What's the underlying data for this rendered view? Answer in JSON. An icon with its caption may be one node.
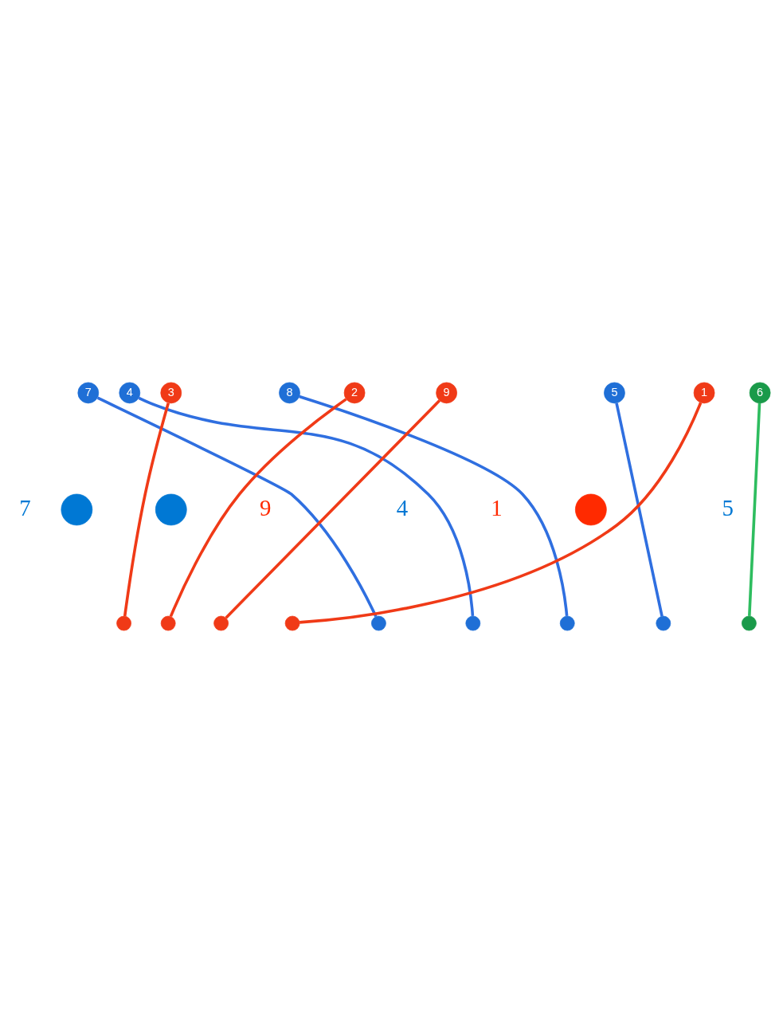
{
  "diagram": {
    "nodes": [
      {
        "text": [
          "7"
        ]
      },
      {
        "text": [
          "4"
        ]
      },
      {
        "text": [
          "3"
        ]
      },
      {
        "text": [
          "8"
        ]
      },
      {
        "text": [
          "2"
        ]
      },
      {
        "text": [
          "9"
        ]
      },
      {
        "text": [
          "5"
        ]
      },
      {
        "text": [
          "1"
        ]
      },
      {
        "text": [
          "6"
        ]
      },
      {
        "text": [],
        "shape": "circle"
      },
      {
        "text": [],
        "shape": "circle"
      },
      {
        "text": [],
        "shape": "circle"
      },
      {
        "text": [],
        "shape": "circle"
      },
      {
        "text": [],
        "shape": "circle"
      },
      {
        "text": [],
        "shape": "circle"
      },
      {
        "text": [],
        "shape": "circle"
      },
      {
        "text": [],
        "shape": "circle"
      },
      {
        "text": [],
        "shape": "circle"
      },
      {
        "text": [],
        "shape": "circle"
      },
      {
        "text": [],
        "shape": "circle"
      },
      {
        "text": [],
        "shape": "circle"
      }
    ],
    "edges": [
      {
        "from": 0,
        "to": 13,
        "arrow": "none",
        "color": "#2f6fe0"
      },
      {
        "from": 1,
        "to": 14,
        "arrow": "none",
        "color": "#2f6fe0"
      },
      {
        "from": 2,
        "to": 9,
        "arrow": "none",
        "color": "#f03a17"
      },
      {
        "from": 3,
        "to": 15,
        "arrow": "none",
        "color": "#2f6fe0"
      },
      {
        "from": 4,
        "to": 10,
        "arrow": "none",
        "color": "#f03a17"
      },
      {
        "from": 5,
        "to": 11,
        "arrow": "none",
        "color": "#f03a17"
      },
      {
        "from": 6,
        "to": 16,
        "arrow": "none",
        "color": "#2f6fe0"
      },
      {
        "from": 7,
        "to": 12,
        "arrow": "none",
        "color": "#f03a17"
      },
      {
        "from": 8,
        "to": 17,
        "arrow": "none",
        "color": "#2ebd5f"
      }
    ],
    "labels": [
      "7",
      "9",
      "4",
      "1",
      "5"
    ]
  }
}
